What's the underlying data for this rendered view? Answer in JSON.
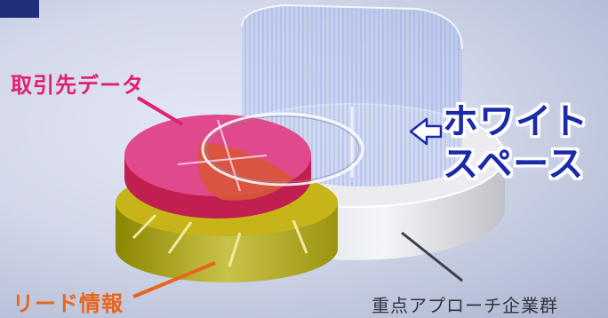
{
  "labels": {
    "client_data": "取引先データ",
    "lead_info": "リード情報",
    "focus_companies": "重点アプローチ企業群",
    "white_space_line1": "ホワイト",
    "white_space_line2": "スペース"
  },
  "colors": {
    "client_data": "#e0206e",
    "lead_info": "#e8651c",
    "white_space": "#1a2aa8",
    "focus_companies": "#30343e"
  },
  "icons": {
    "white_space_pointer": "arrow-left-icon"
  }
}
